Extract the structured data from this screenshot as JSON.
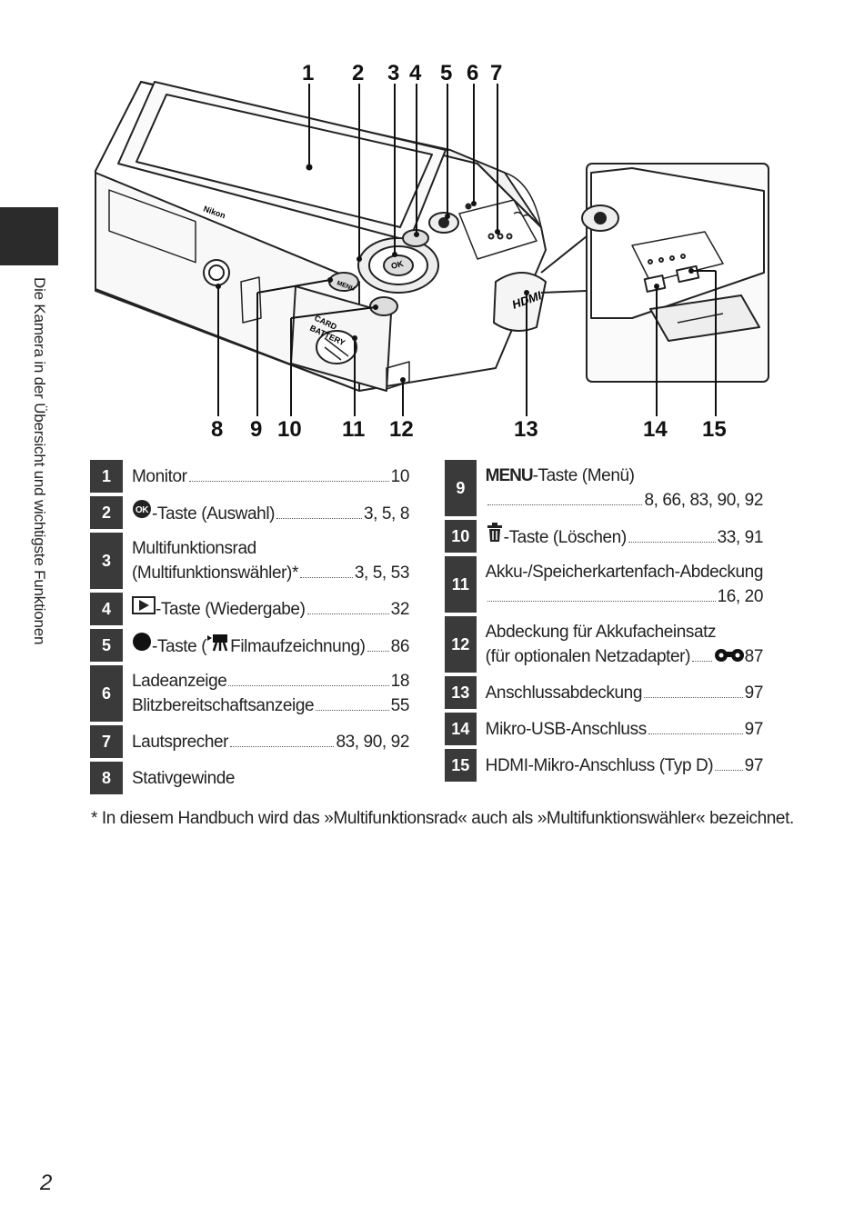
{
  "page": {
    "side_title": "Die Kamera in der Übersicht und wichtigste Funktionen",
    "page_number": "2"
  },
  "figure": {
    "callouts": [
      "1",
      "2",
      "3",
      "4",
      "5",
      "6",
      "7",
      "8",
      "9",
      "10",
      "11",
      "12",
      "13",
      "14",
      "15"
    ],
    "camera_texts": {
      "brand": "Nikon",
      "card": "CARD",
      "battery": "BATTERY",
      "menu": "MENU",
      "ok": "OK",
      "hdmi": "HDMI"
    }
  },
  "legend_left": [
    {
      "num": "1",
      "lines": [
        {
          "text": "Monitor",
          "pages": "10"
        }
      ]
    },
    {
      "num": "2",
      "icon": "ok-icon",
      "lines": [
        {
          "text": "-Taste (Auswahl)",
          "pages": "3, 5, 8"
        }
      ]
    },
    {
      "num": "3",
      "lines": [
        {
          "text": "Multifunktionsrad",
          "pages": ""
        },
        {
          "text": "(Multifunktionswähler)*",
          "pages": "3, 5, 53"
        }
      ]
    },
    {
      "num": "4",
      "icon": "playback-icon",
      "lines": [
        {
          "text": "-Taste (Wiedergabe)",
          "pages": "32"
        }
      ]
    },
    {
      "num": "5",
      "icon": "record-dot-icon",
      "lines": [
        {
          "text": "-Taste (",
          "mid_icon": "movie-camera-icon",
          "text2": " Filmaufzeichnung)",
          "pages": "86"
        }
      ]
    },
    {
      "num": "6",
      "lines": [
        {
          "text": "Ladeanzeige",
          "pages": "18"
        },
        {
          "text": "Blitzbereitschaftsanzeige",
          "pages": "55"
        }
      ]
    },
    {
      "num": "7",
      "lines": [
        {
          "text": "Lautsprecher",
          "pages": "83, 90, 92"
        }
      ]
    },
    {
      "num": "8",
      "lines": [
        {
          "text": "Stativgewinde",
          "pages": ""
        }
      ]
    }
  ],
  "legend_right": [
    {
      "num": "9",
      "prefix": "MENU",
      "lines": [
        {
          "text": "-Taste (Menü)",
          "pages": ""
        },
        {
          "text": "",
          "pages": "8, 66, 83, 90, 92"
        }
      ]
    },
    {
      "num": "10",
      "icon": "trash-icon",
      "lines": [
        {
          "text": "-Taste (Löschen)",
          "pages": "33, 91"
        }
      ]
    },
    {
      "num": "11",
      "lines": [
        {
          "text": "Akku-/Speicherkartenfach-Abdeckung",
          "pages": ""
        },
        {
          "text": "",
          "pages": "16, 20"
        }
      ]
    },
    {
      "num": "12",
      "lines": [
        {
          "text": "Abdeckung für Akkufacheinsatz",
          "pages": ""
        },
        {
          "text": "(für optionalen Netzadapter)",
          "pages": "87",
          "page_icon": "reference-icon"
        }
      ]
    },
    {
      "num": "13",
      "lines": [
        {
          "text": "Anschlussabdeckung",
          "pages": "97"
        }
      ]
    },
    {
      "num": "14",
      "lines": [
        {
          "text": "Mikro-USB-Anschluss",
          "pages": "97"
        }
      ]
    },
    {
      "num": "15",
      "lines": [
        {
          "text": "HDMI-Mikro-Anschluss (Typ D)",
          "pages": "97"
        }
      ]
    }
  ],
  "footnote": "* In diesem Handbuch wird das »Multifunktionsrad« auch als »Multifunktionswähler« bezeichnet."
}
